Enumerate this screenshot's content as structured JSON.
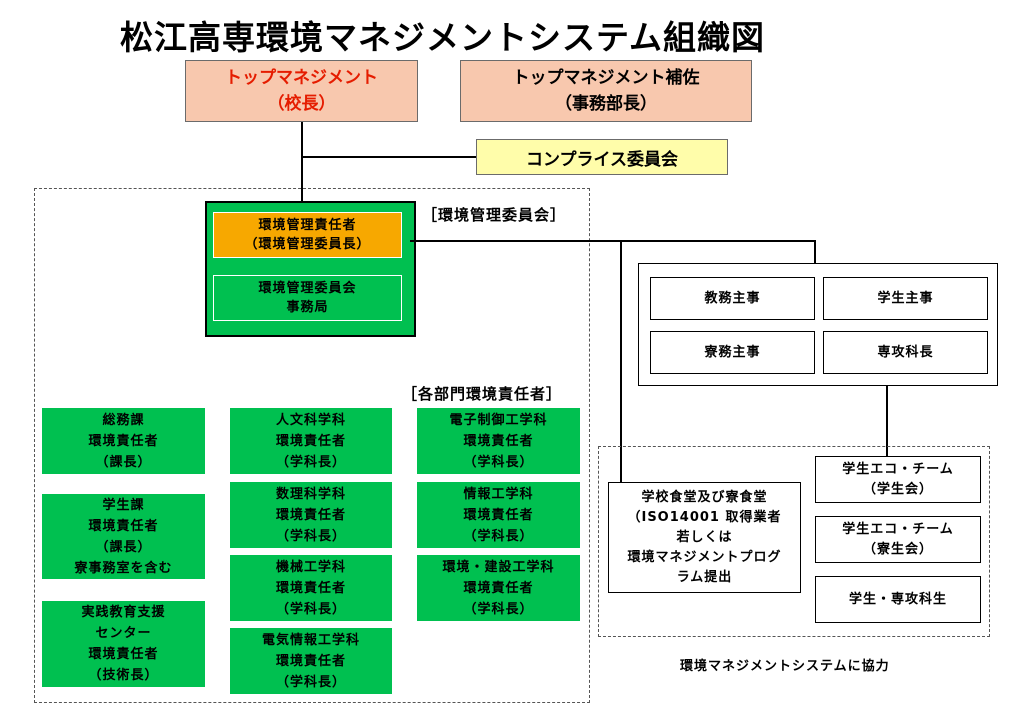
{
  "title": "松江高専環境マネジメントシステム組織図",
  "top_management": {
    "line1": "トップマネジメント",
    "line2": "（校長）"
  },
  "top_management_assistant": {
    "line1": "トップマネジメント補佐",
    "line2": "（事務部長）"
  },
  "compliance": "コンプライス委員会",
  "committee_label": "［環境管理委員会］",
  "env_manager": {
    "line1": "環境管理責任者",
    "line2": "（環境管理委員長）"
  },
  "secretariat": {
    "line1": "環境管理委員会",
    "line2": "事務局"
  },
  "dept_label": "［各部門環境責任者］",
  "departments": {
    "general": [
      "総務課",
      "環境責任者",
      "（課長）"
    ],
    "student": [
      "学生課",
      "環境責任者",
      "（課長）",
      "寮事務室を含む"
    ],
    "practice": [
      "実践教育支援",
      "センター",
      "環境責任者",
      "（技術長）"
    ],
    "humanities": [
      "人文科学科",
      "環境責任者",
      "（学科長）"
    ],
    "math": [
      "数理科学科",
      "環境責任者",
      "（学科長）"
    ],
    "mechanical": [
      "機械工学科",
      "環境責任者",
      "（学科長）"
    ],
    "electrical": [
      "電気情報工学科",
      "環境責任者",
      "（学科長）"
    ],
    "electronic_control": [
      "電子制御工学科",
      "環境責任者",
      "（学科長）"
    ],
    "info_eng": [
      "情報工学科",
      "環境責任者",
      "（学科長）"
    ],
    "civil": [
      "環境・建設工学科",
      "環境責任者",
      "（学科長）"
    ]
  },
  "staff": {
    "academic_affairs": "教務主事",
    "student_affairs": "学生主事",
    "dormitory_affairs": "寮務主事",
    "advanced_course": "専攻科長"
  },
  "cooperation": {
    "cafeteria": [
      "学校食堂及び寮食堂",
      "（ISO14001 取得業者",
      "若しくは",
      "環境マネジメントプログ",
      "ラム提出"
    ],
    "eco_team_council": [
      "学生エコ・チーム",
      "（学生会）"
    ],
    "eco_team_dorm": [
      "学生エコ・チーム",
      "（寮生会）"
    ],
    "students": "学生・専攻科生",
    "caption": "環境マネジメントシステムに協力"
  }
}
